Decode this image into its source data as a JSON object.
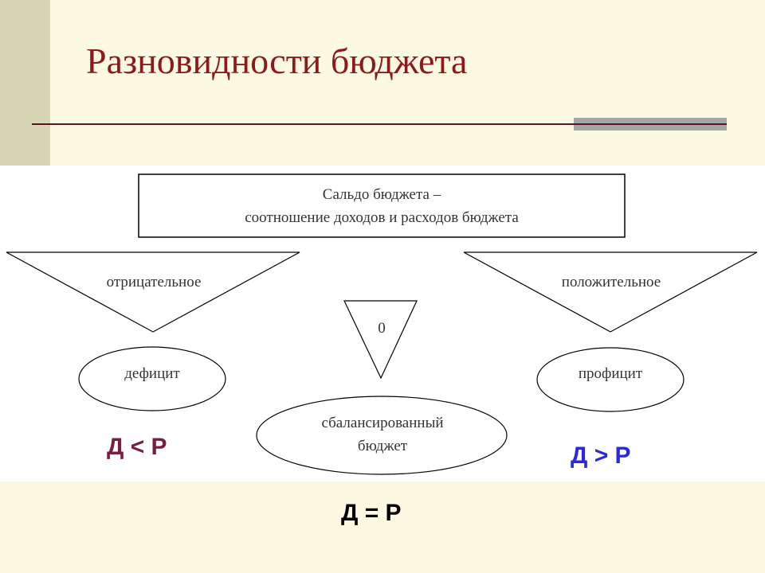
{
  "slide": {
    "title": "Разновидности бюджета",
    "colors": {
      "title": "#8b1a1a",
      "background": "#fbf9e1",
      "side_strip": "#d7d6b4",
      "negative_formula": "#7a1f3a",
      "positive_formula": "#2a2adc"
    }
  },
  "diagram": {
    "header_line1": "Сальдо бюджета –",
    "header_line2": "соотношение доходов и расходов бюджета",
    "negative_label": "отрицательное",
    "zero_label": "0",
    "positive_label": "положительное",
    "deficit_label": "дефицит",
    "balanced_line1": "сбалансированный",
    "balanced_line2": "бюджет",
    "surplus_label": "профицит"
  },
  "formulas": {
    "negative": "Д < Р",
    "positive": "Д > Р",
    "balanced": "Д = Р"
  }
}
